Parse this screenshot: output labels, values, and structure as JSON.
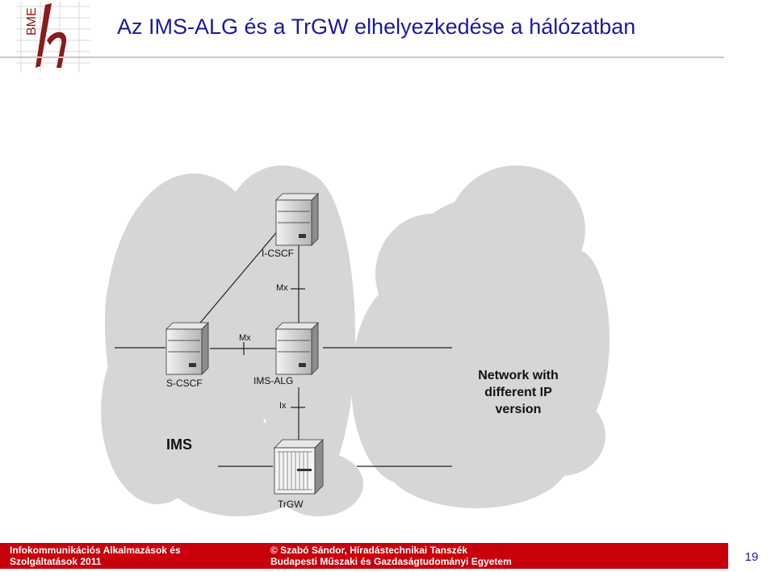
{
  "header": {
    "logo_text": "BME",
    "title": "Az IMS-ALG és a TrGW elhelyezkedése a hálózatban"
  },
  "diagram": {
    "nodes": {
      "icscf": "I-CSCF",
      "scscf": "S-CSCF",
      "imsalg": "IMS-ALG",
      "trgw": "TrGW"
    },
    "interfaces": {
      "mx_vertical": "Mx",
      "mx_horizontal": "Mx",
      "ix": "Ix"
    },
    "domains": {
      "ims": "IMS",
      "network_line1": "Network with",
      "network_line2": "different IP",
      "network_line3": "version"
    }
  },
  "footer": {
    "left_line1": "Infokommunikációs Alkalmazások és",
    "left_line2": "Szolgáltatások 2011",
    "mid_line1": "© Szabó Sándor, Híradástechnikai Tanszék",
    "mid_line2": "Budapesti Műszaki és Gazdaságtudományi Egyetem",
    "page_number": "19"
  },
  "colors": {
    "title": "#1a1aa0",
    "footer_bg": "#c8000c",
    "logo": "#8b1a1a"
  }
}
